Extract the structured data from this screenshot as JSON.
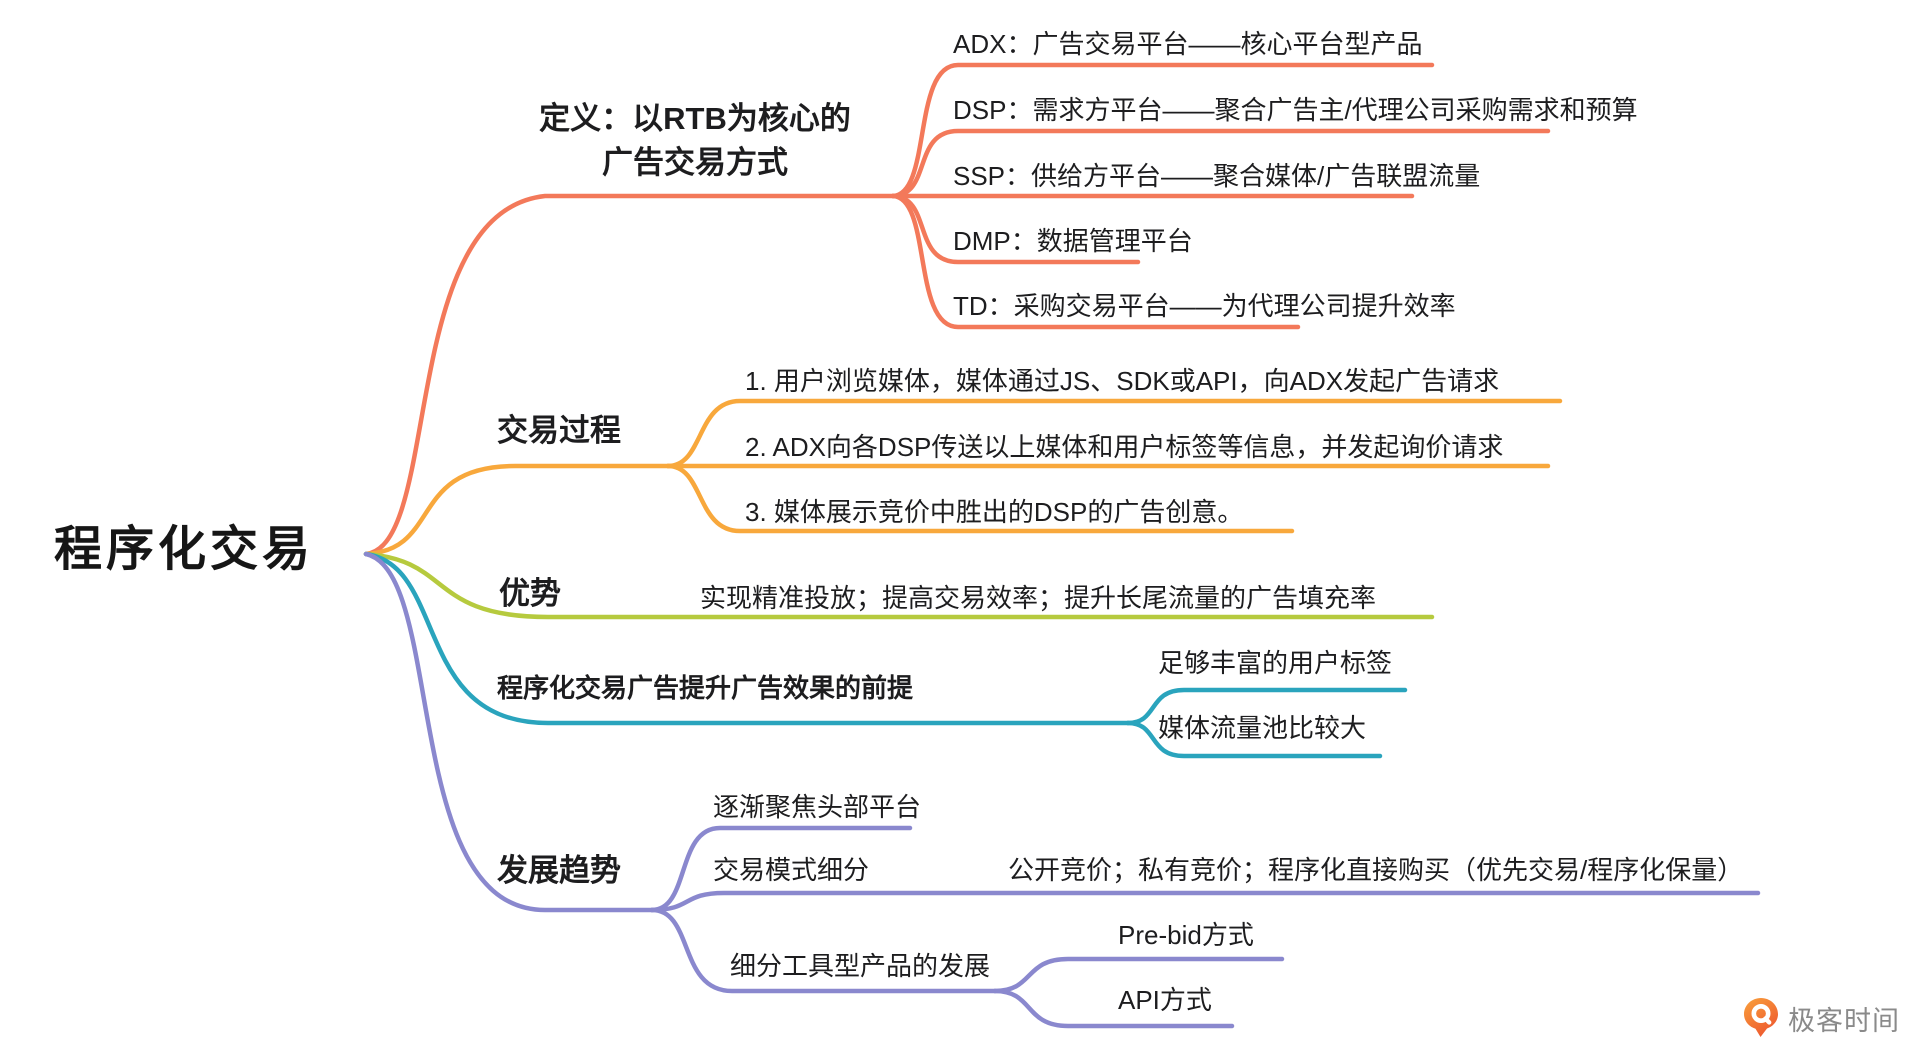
{
  "root": {
    "label": "程序化交易"
  },
  "branches": [
    {
      "id": "definition",
      "label_line1": "定义：以RTB为核心的",
      "label_line2": "广告交易方式",
      "color": "#F3795A",
      "children": [
        {
          "label": "ADX：广告交易平台——核心平台型产品"
        },
        {
          "label": "DSP：需求方平台——聚合广告主/代理公司采购需求和预算"
        },
        {
          "label": "SSP：供给方平台——聚合媒体/广告联盟流量"
        },
        {
          "label": "DMP：数据管理平台"
        },
        {
          "label": "TD：采购交易平台——为代理公司提升效率"
        }
      ]
    },
    {
      "id": "process",
      "label": "交易过程",
      "color": "#F8A83C",
      "children": [
        {
          "label": "1. 用户浏览媒体，媒体通过JS、SDK或API，向ADX发起广告请求"
        },
        {
          "label": "2. ADX向各DSP传送以上媒体和用户标签等信息，并发起询价请求"
        },
        {
          "label": "3. 媒体展示竞价中胜出的DSP的广告创意。"
        }
      ]
    },
    {
      "id": "advantages",
      "label": "优势",
      "color": "#B6CA3E",
      "children": [
        {
          "label": "实现精准投放；提高交易效率；提升长尾流量的广告填充率"
        }
      ]
    },
    {
      "id": "premise",
      "label": "程序化交易广告提升广告效果的前提",
      "color": "#2AA4BD",
      "children": [
        {
          "label": "足够丰富的用户标签"
        },
        {
          "label": "媒体流量池比较大"
        }
      ]
    },
    {
      "id": "trends",
      "label": "发展趋势",
      "color": "#8A88CE",
      "children": [
        {
          "label": "逐渐聚焦头部平台"
        },
        {
          "label": "交易模式细分",
          "children": [
            {
              "label": "公开竞价；私有竞价；程序化直接购买（优先交易/程序化保量）"
            }
          ]
        },
        {
          "label": "细分工具型产品的发展",
          "children": [
            {
              "label": "Pre-bid方式"
            },
            {
              "label": "API方式"
            }
          ]
        }
      ]
    }
  ],
  "watermark": {
    "brand": "极客时间",
    "logo_icon": "geektime-pin-icon",
    "colors": {
      "logo_orange_top": "#F9A13C",
      "logo_orange_bottom": "#EE5A2F",
      "brand_text_gray": "#8A8A8A"
    }
  }
}
